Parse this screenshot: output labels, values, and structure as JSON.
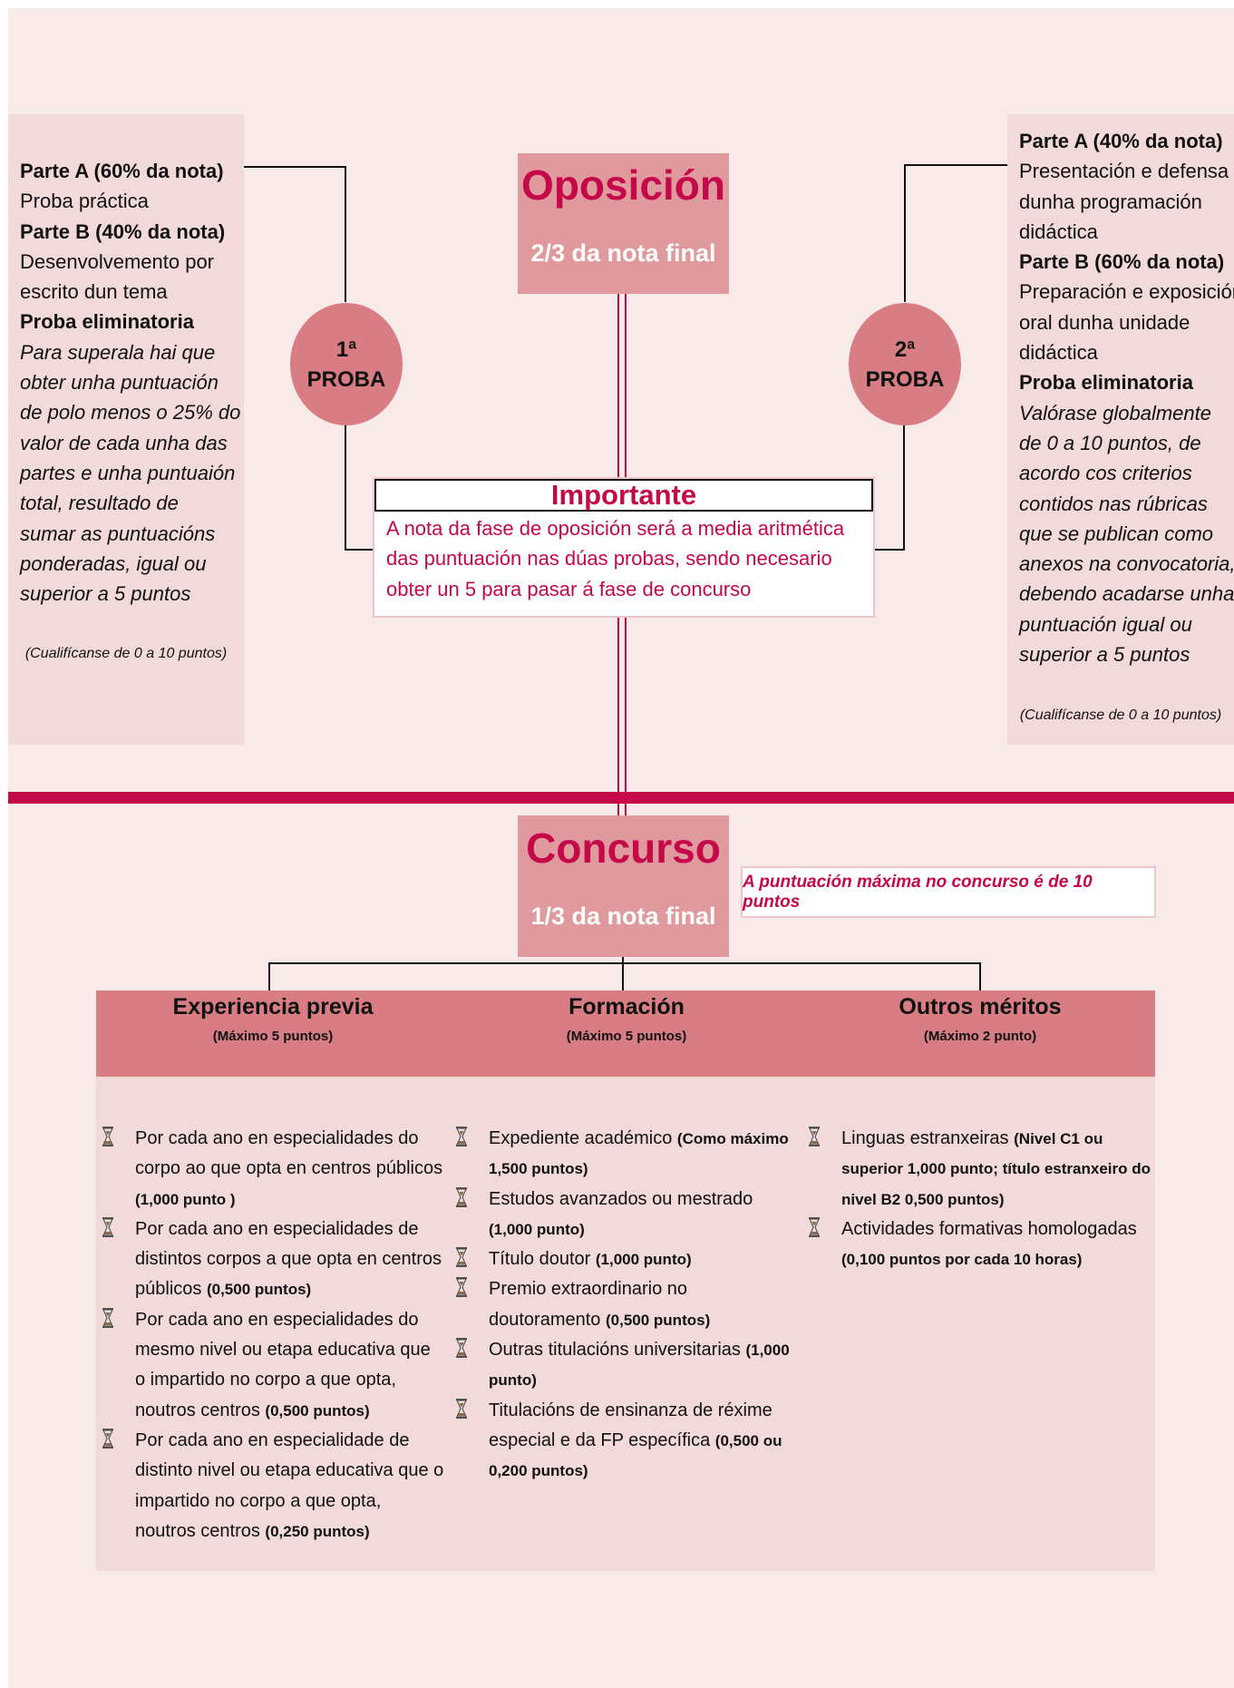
{
  "oposicion": {
    "title": "Oposición",
    "subtitle": "2/3 da nota final"
  },
  "proba1": {
    "circle_num": "1ª",
    "circle_label": "PROBA",
    "lines": [
      {
        "text": "Parte A (60% da nota)",
        "style": "b"
      },
      {
        "text": "Proba práctica",
        "style": ""
      },
      {
        "text": "Parte B (40% da nota)",
        "style": "b"
      },
      {
        "text": "Desenvolvemento por",
        "style": ""
      },
      {
        "text": "escrito dun tema",
        "style": ""
      },
      {
        "text": "Proba eliminatoria",
        "style": "b"
      },
      {
        "text": "Para superala hai que",
        "style": "i"
      },
      {
        "text": "obter unha puntuación",
        "style": "i"
      },
      {
        "text": "de polo menos o 25% do",
        "style": "i"
      },
      {
        "text": "valor de cada unha das",
        "style": "i"
      },
      {
        "text": "partes e unha puntuaión",
        "style": "i"
      },
      {
        "text": "total, resultado de",
        "style": "i"
      },
      {
        "text": "sumar as puntuacións",
        "style": "i"
      },
      {
        "text": "ponderadas, igual ou",
        "style": "i"
      },
      {
        "text": "superior a 5 puntos",
        "style": "i"
      }
    ],
    "note": "(Cualifícanse de 0 a 10 puntos)"
  },
  "proba2": {
    "circle_num": "2ª",
    "circle_label": "PROBA",
    "lines": [
      {
        "text": "Parte A (40% da nota)",
        "style": "b"
      },
      {
        "text": "Presentación e defensa",
        "style": ""
      },
      {
        "text": "dunha programación",
        "style": ""
      },
      {
        "text": "didáctica",
        "style": ""
      },
      {
        "text": "Parte B (60% da nota)",
        "style": "b"
      },
      {
        "text": "Preparación e exposición",
        "style": ""
      },
      {
        "text": "oral dunha unidade",
        "style": ""
      },
      {
        "text": "didáctica",
        "style": ""
      },
      {
        "text": "Proba eliminatoria",
        "style": "b"
      },
      {
        "text": "Valórase globalmente",
        "style": "i"
      },
      {
        "text": "de 0 a 10 puntos, de",
        "style": "i"
      },
      {
        "text": "acordo cos criterios",
        "style": "i"
      },
      {
        "text": "contidos nas rúbricas",
        "style": "i"
      },
      {
        "text": "que se publican como",
        "style": "i"
      },
      {
        "text": "anexos na convocatoria,",
        "style": "i"
      },
      {
        "text": "debendo acadarse unha",
        "style": "i"
      },
      {
        "text": "puntuación igual ou",
        "style": "i"
      },
      {
        "text": "superior a 5 puntos",
        "style": "i"
      }
    ],
    "note": "(Cualifícanse de 0 a 10 puntos)"
  },
  "importante": {
    "title": "Importante",
    "text": "A nota da fase de oposición será a media aritmética das puntuación nas dúas probas, sendo necesario obter un 5 para pasar á fase de concurso"
  },
  "concurso": {
    "title": "Concurso",
    "subtitle": "1/3 da nota final",
    "max_note": "A puntuación máxima no concurso é de 10 puntos"
  },
  "categories": [
    {
      "title": "Experiencia previa",
      "max": "(Máximo 5 puntos)",
      "items": [
        {
          "text": "Por cada ano en especialidades do corpo ao que opta en centros públicos",
          "extra": "(1,000 punto )"
        },
        {
          "text": "Por cada ano en especialidades de distintos corpos a que opta en centros públicos",
          "extra": "(0,500 puntos)"
        },
        {
          "text": "Por cada ano en especialidades do mesmo nivel ou etapa educativa que o impartido no corpo a que opta, noutros centros",
          "extra": "(0,500 puntos)"
        },
        {
          "text": "Por cada ano en especialidade de distinto nivel ou etapa educativa que o impartido no corpo a que opta, noutros centros",
          "extra": "(0,250 puntos)"
        }
      ]
    },
    {
      "title": "Formación",
      "max": "(Máximo 5 puntos)",
      "items": [
        {
          "text": "Expediente académico",
          "extra": "(Como máximo 1,500 puntos)"
        },
        {
          "text": "Estudos avanzados ou mestrado",
          "extra": "(1,000 punto)"
        },
        {
          "text": "Título doutor",
          "extra": "(1,000 punto)"
        },
        {
          "text": "Premio extraordinario no doutoramento",
          "extra": "(0,500 puntos)"
        },
        {
          "text": "Outras titulacións universitarias",
          "extra": "(1,000 punto)"
        },
        {
          "text": "Titulacións de ensinanza de réxime especial e da FP específica",
          "extra": "(0,500 ou 0,200 puntos)"
        }
      ]
    },
    {
      "title": "Outros méritos",
      "max": "(Máximo 2 punto)",
      "items": [
        {
          "text": "Linguas estranxeiras",
          "extra": "(Nivel C1 ou superior 1,000 punto; título estranxeiro do nivel B2 0,500 puntos)"
        },
        {
          "text": "Actividades formativas homologadas",
          "extra": "(0,100 puntos por cada 10 horas)"
        }
      ]
    }
  ],
  "colors": {
    "accent": "#c4084a",
    "title_box": "#e09a9d",
    "circle": "#d77d83",
    "panel": "#f2d9da",
    "background": "#f9eaea"
  },
  "icons": {
    "list_bullet": "hourglass-icon"
  }
}
